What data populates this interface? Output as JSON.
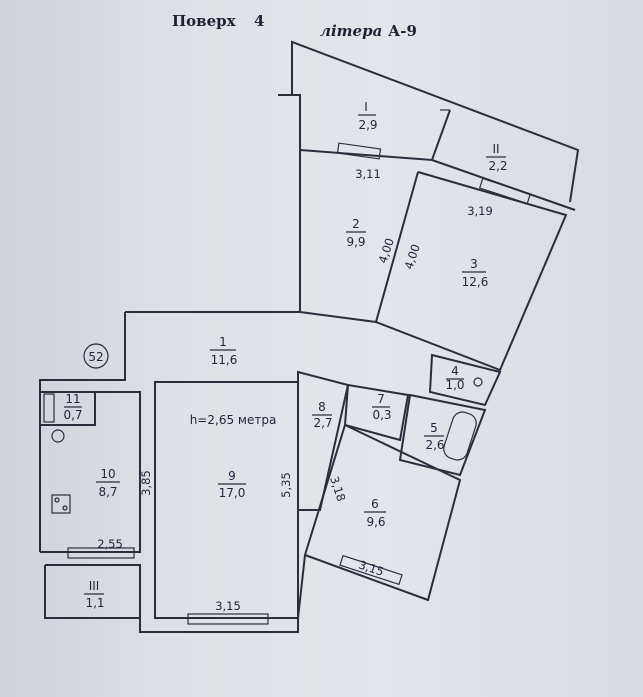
{
  "header": {
    "floor_label": "Поверх",
    "floor_number": "4",
    "letter_label": "літера",
    "letter_value": "А-9"
  },
  "stamp": "52",
  "ceiling_note": "h=2,65 метра",
  "rooms": [
    {
      "id": "r-I",
      "num": "I",
      "area": "2,9"
    },
    {
      "id": "r-II",
      "num": "II",
      "area": "2,2"
    },
    {
      "id": "r-2",
      "num": "2",
      "area": "9,9"
    },
    {
      "id": "r-3",
      "num": "3",
      "area": "12,6"
    },
    {
      "id": "r-1",
      "num": "1",
      "area": "11,6"
    },
    {
      "id": "r-4",
      "num": "4",
      "area": "1,0"
    },
    {
      "id": "r-11",
      "num": "11",
      "area": "0,7"
    },
    {
      "id": "r-8",
      "num": "8",
      "area": "2,7"
    },
    {
      "id": "r-7",
      "num": "7",
      "area": "0,3"
    },
    {
      "id": "r-5",
      "num": "5",
      "area": "2,6"
    },
    {
      "id": "r-10",
      "num": "10",
      "area": "8,7"
    },
    {
      "id": "r-9",
      "num": "9",
      "area": "17,0"
    },
    {
      "id": "r-6",
      "num": "6",
      "area": "9,6"
    },
    {
      "id": "r-III",
      "num": "III",
      "area": "1,1"
    }
  ],
  "dimensions": [
    "3,11",
    "3,19",
    "4,00",
    "4,00",
    "3,85",
    "5,35",
    "2,55",
    "3,15",
    "3,18",
    "3,15"
  ]
}
